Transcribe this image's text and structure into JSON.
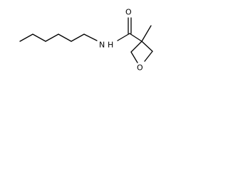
{
  "molecule": {
    "atoms": {
      "carbonyl_oxygen": "O",
      "amide_nitrogen": "N",
      "amide_hydrogen": "H",
      "ring_oxygen": "O"
    }
  }
}
